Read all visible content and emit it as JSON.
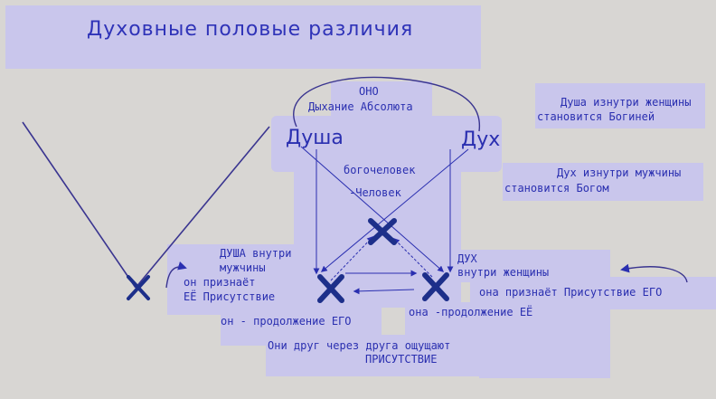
{
  "title": "Духовные половые различия",
  "labels": {
    "ono": "ОНО",
    "breath": "Дыхание Абсолюта",
    "dusha": "Душа",
    "duh": "Дух",
    "godman": "богочеловек",
    "man": "-Человек",
    "soul_woman_1": "Душа изнутри женщины",
    "soul_woman_2": "становится Богиней",
    "spirit_man_1": "Дух изнутри мужчины",
    "spirit_man_2": "становится Богом",
    "soul_in_man_1": "ДУША внутри",
    "soul_in_man_2": "мужчины",
    "he_recognizes_1": "он признаёт",
    "he_recognizes_2": "ЕЁ Присутствие",
    "spirit_in_woman_1": "ДУХ",
    "spirit_in_woman_2": "внутри женщины",
    "she_recognizes": "она признаёт Присутствие ЕГО",
    "he_continuation": "он - продолжение ЕГО",
    "she_continuation": "она -продолжение ЕЁ",
    "feel_1": "Они друг через друга ощущают",
    "feel_2": "ПРИСУТСТВИЕ"
  },
  "colors": {
    "ink": "#2a2fb0",
    "patch": "#c9c6ec",
    "paper": "#d8d6d3",
    "marker": "#1d2f8a"
  }
}
